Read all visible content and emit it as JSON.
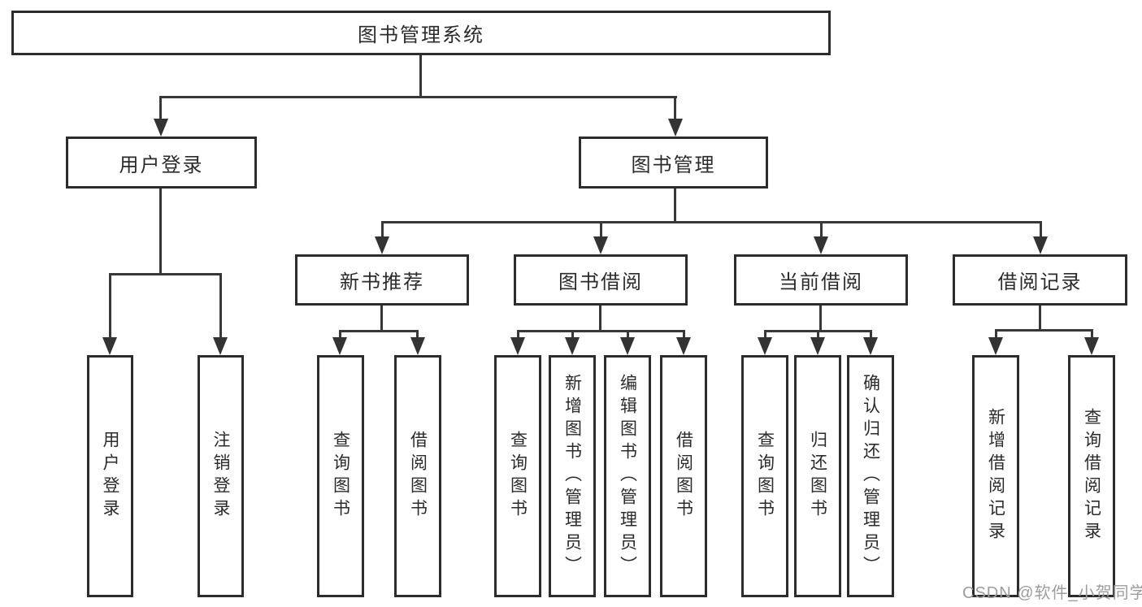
{
  "tree": {
    "root": {
      "label": "图书管理系统"
    },
    "branches": [
      {
        "label": "用户登录",
        "children": [
          {
            "label": "用户登录"
          },
          {
            "label": "注销登录"
          }
        ]
      },
      {
        "label": "图书管理",
        "children": [
          {
            "label": "新书推荐",
            "children": [
              {
                "label": "查询图书"
              },
              {
                "label": "借阅图书"
              }
            ]
          },
          {
            "label": "图书借阅",
            "children": [
              {
                "label": "查询图书"
              },
              {
                "label": "新增图书（管理员）"
              },
              {
                "label": "编辑图书（管理员）"
              },
              {
                "label": "借阅图书"
              }
            ]
          },
          {
            "label": "当前借阅",
            "children": [
              {
                "label": "查询图书"
              },
              {
                "label": "归还图书"
              },
              {
                "label": "确认归还（管理员）"
              }
            ]
          },
          {
            "label": "借阅记录",
            "children": [
              {
                "label": "新增借阅记录"
              },
              {
                "label": "查询借阅记录"
              }
            ]
          }
        ]
      }
    ]
  },
  "watermark": {
    "text": "CSDN @软件_小贺同学"
  },
  "colors": {
    "line": "#383838",
    "box_border": "#2c2c2c",
    "text": "#2b2b2b",
    "watermark": "#9d9d9d",
    "background": "#ffffff"
  }
}
